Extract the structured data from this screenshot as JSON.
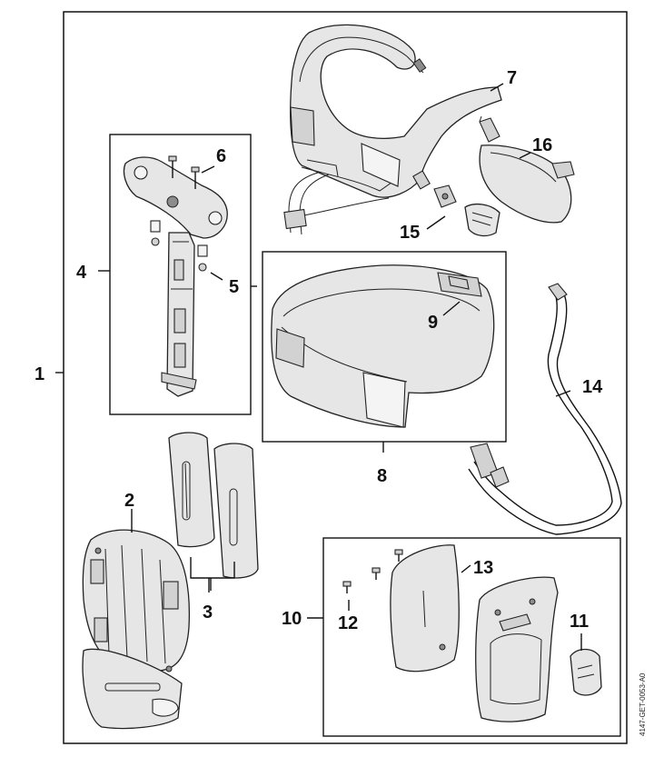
{
  "diagram": {
    "callouts": {
      "c1": "1",
      "c2": "2",
      "c3": "3",
      "c4": "4",
      "c5": "5",
      "c6": "6",
      "c7": "7",
      "c8": "8",
      "c9": "9",
      "c10": "10",
      "c11": "11",
      "c12": "12",
      "c13": "13",
      "c14": "14",
      "c15": "15",
      "c16": "16"
    },
    "reference_code": "4147-GET-0053-A0"
  }
}
